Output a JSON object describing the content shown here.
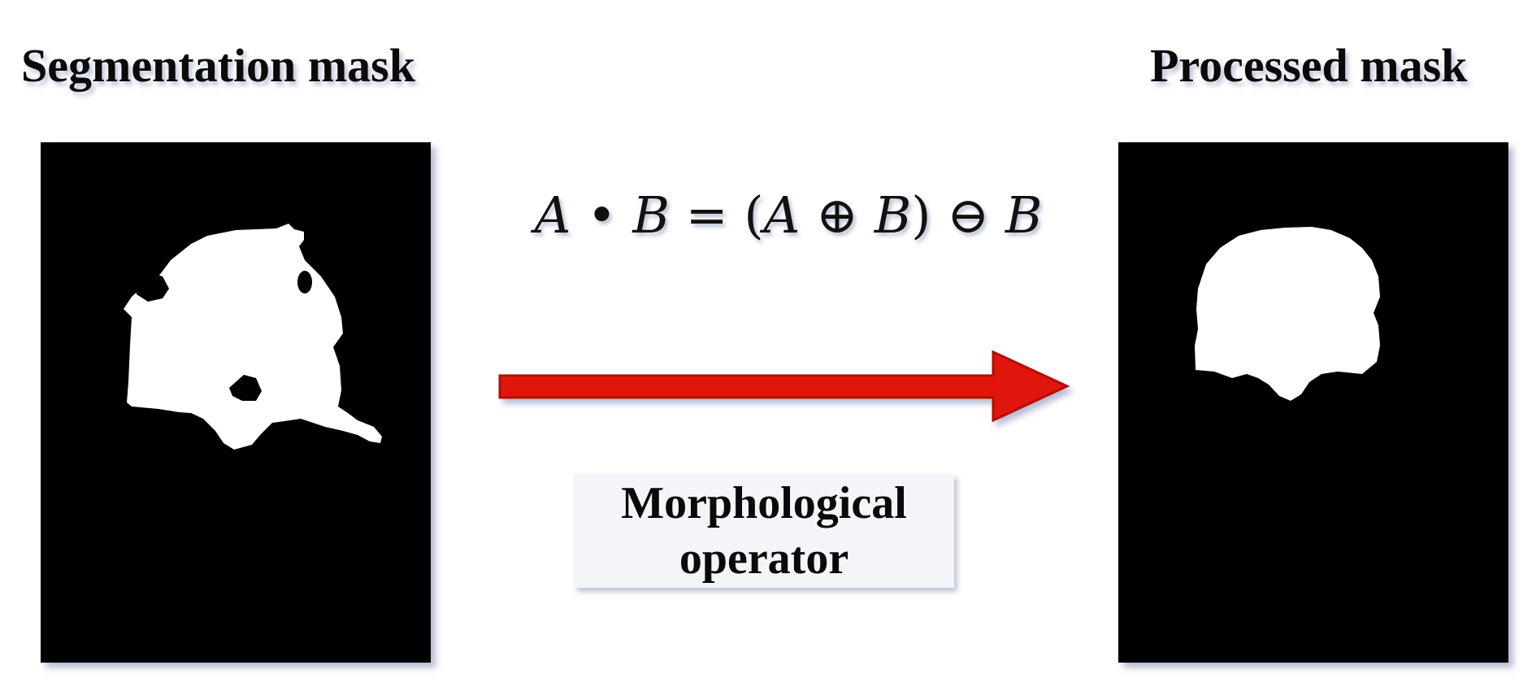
{
  "titles": {
    "left": "Segmentation mask",
    "right": "Processed mask"
  },
  "formula": {
    "parts": [
      "A",
      "•",
      "B",
      "=",
      "(",
      "A",
      "⊕",
      "B",
      ")",
      "⊖",
      "B"
    ]
  },
  "operator_label": "Morphological operator",
  "colors": {
    "arrow_fill": "#e0170a",
    "arrow_outline": "#b40e06",
    "mask_background": "#000000",
    "mask_foreground": "#ffffff",
    "label_box": "#f4f5f9"
  }
}
